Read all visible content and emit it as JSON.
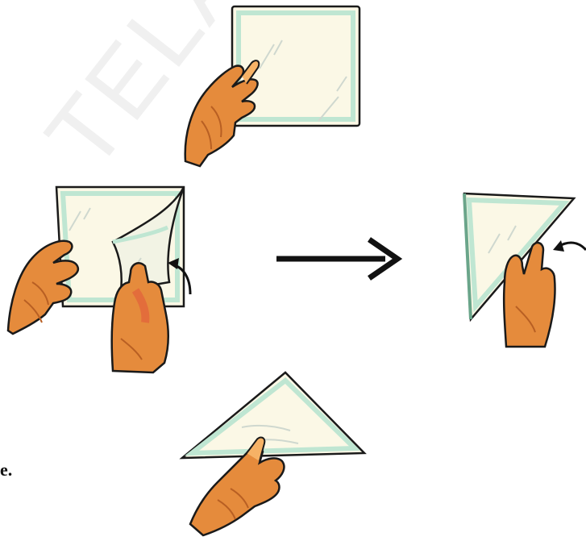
{
  "watermark": {
    "text": "TELA"
  },
  "text_fragment": "e.",
  "colors": {
    "paper": "#fbf8e6",
    "paper_edge": "#bfe6d2",
    "outline": "#1a1a1a",
    "skin": "#e58b3c",
    "skin_shadow": "#b85f23",
    "skin_light": "#f6b266",
    "arrow": "#111111",
    "accent_red": "#e2553a"
  },
  "illustrations": [
    {
      "name": "hand-holding-square-napkin",
      "step": 1
    },
    {
      "name": "hands-folding-corner",
      "step": 2
    },
    {
      "name": "hand-holding-folded-triangle",
      "step": 3
    },
    {
      "name": "hand-holding-triangle-upright",
      "step": 4
    }
  ],
  "icons": [
    "right-arrow-icon",
    "curved-fold-arrow-icon"
  ]
}
